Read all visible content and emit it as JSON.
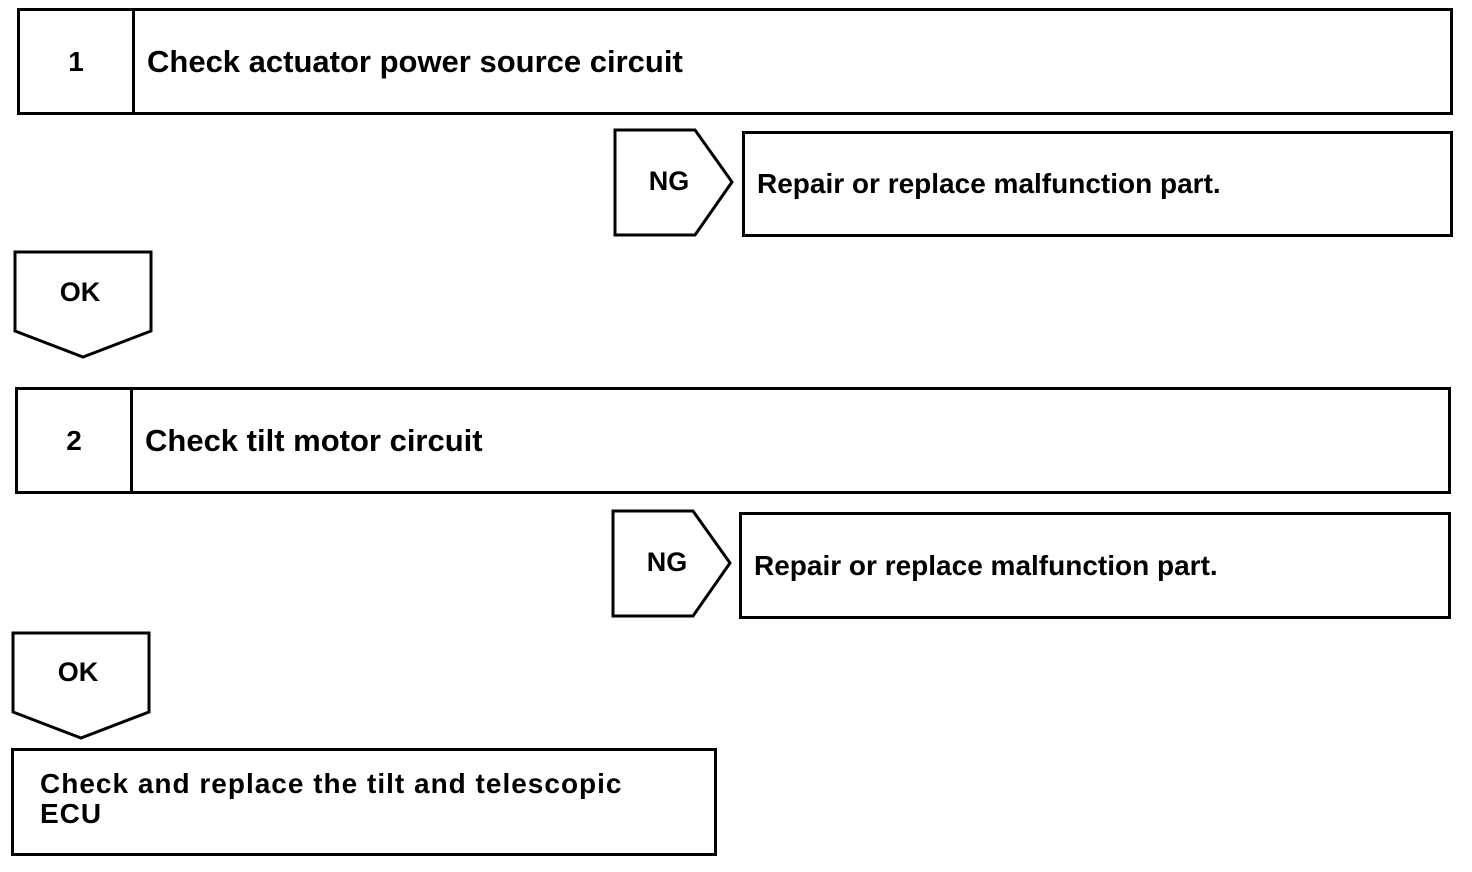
{
  "steps": [
    {
      "number": "1",
      "title": "Check actuator power source circuit",
      "ng_label": "NG",
      "ng_action": "Repair or replace malfunction part.",
      "ok_label": "OK"
    },
    {
      "number": "2",
      "title": "Check tilt motor circuit",
      "ng_label": "NG",
      "ng_action": "Repair or replace malfunction part.",
      "ok_label": "OK"
    }
  ],
  "final_action": {
    "line1": "Check and replace the tilt and telescopic",
    "line2": "ECU"
  }
}
